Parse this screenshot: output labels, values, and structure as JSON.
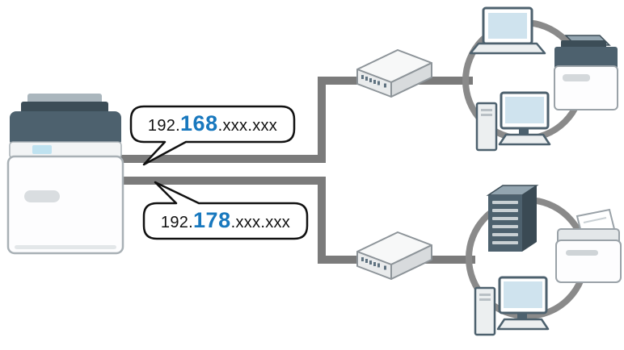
{
  "diagram": {
    "type": "network-topology",
    "ip_labels": [
      {
        "prefix": "192.",
        "highlight": "168",
        "suffix": ".xxx.xxx"
      },
      {
        "prefix": "192.",
        "highlight": "178",
        "suffix": ".xxx.xxx"
      }
    ],
    "colors": {
      "highlight_blue": "#1878be",
      "line_gray": "#7b7b7b",
      "ring_gray": "#8a8a8a",
      "device_dark": "#4d616e"
    },
    "nodes": {
      "left_device": "multifunction-printer",
      "upper_network": [
        "switch",
        "laptop",
        "copier",
        "desktop-pc"
      ],
      "lower_network": [
        "switch",
        "server",
        "printer",
        "desktop-pc"
      ]
    }
  }
}
